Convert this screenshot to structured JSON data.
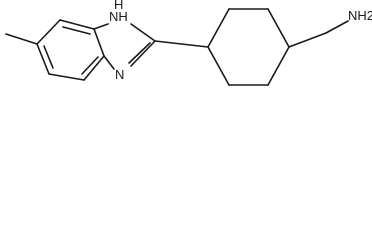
{
  "molecule": {
    "labels": {
      "nh": "NH",
      "h": "H",
      "n": "N",
      "amine": "NH2"
    }
  }
}
